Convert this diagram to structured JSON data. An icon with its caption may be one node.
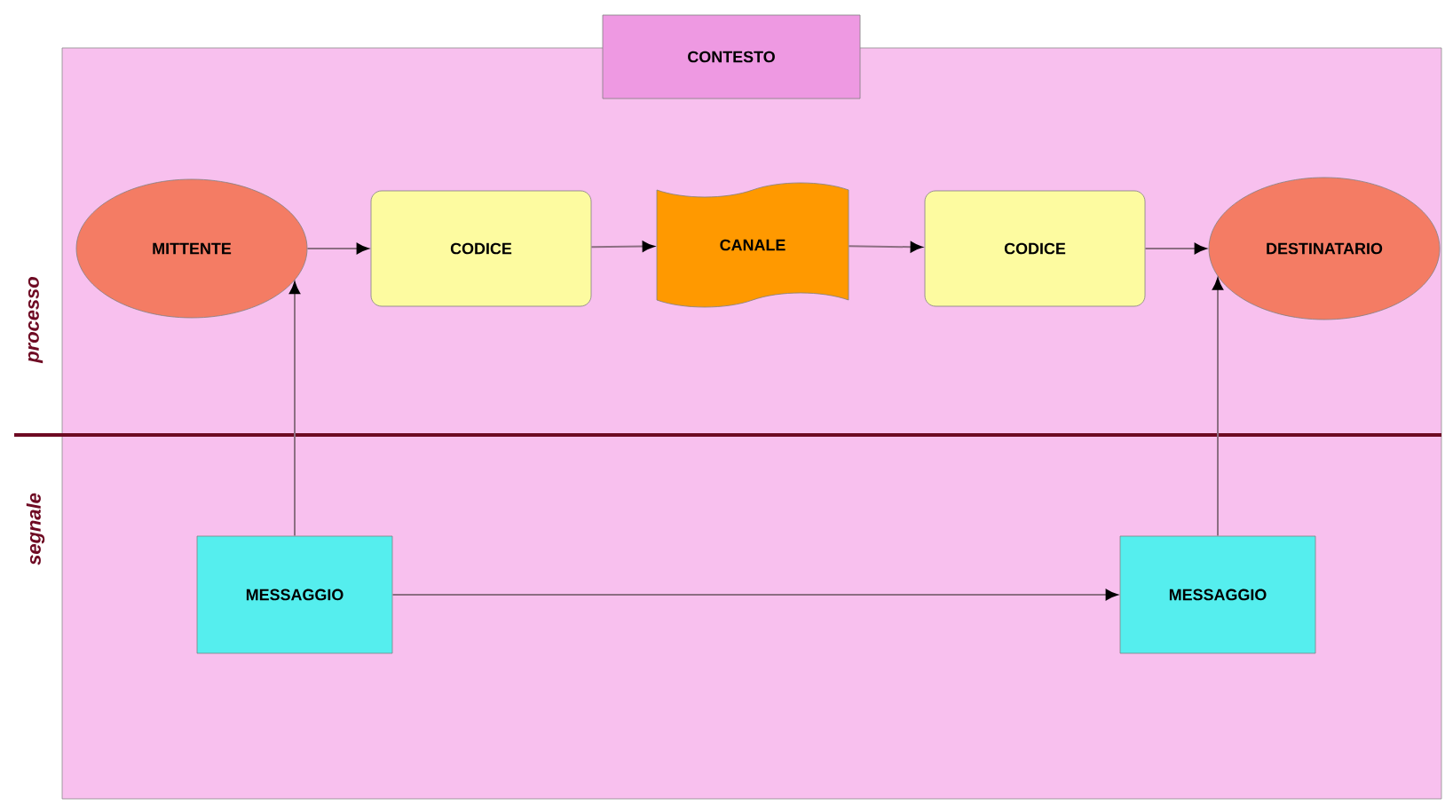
{
  "diagram": {
    "nodes": [
      {
        "text": [
          "CONTESTO"
        ]
      },
      {
        "text": [
          "MITTENTE"
        ]
      },
      {
        "text": [
          "CODICE"
        ]
      },
      {
        "text": [
          "CANALE"
        ]
      },
      {
        "text": [
          "CODICE"
        ]
      },
      {
        "text": [
          "DESTINATARIO"
        ]
      },
      {
        "text": [
          "MESSAGGIO"
        ]
      },
      {
        "text": [
          "MESSAGGIO"
        ]
      }
    ],
    "edges": [
      {
        "from": 1,
        "to": 2,
        "arrow": "to"
      },
      {
        "from": 2,
        "to": 3,
        "arrow": "to"
      },
      {
        "from": 3,
        "to": 4,
        "arrow": "to"
      },
      {
        "from": 4,
        "to": 5,
        "arrow": "to"
      },
      {
        "from": 6,
        "to": 1,
        "arrow": "to"
      },
      {
        "from": 6,
        "to": 7,
        "arrow": "to"
      },
      {
        "from": 7,
        "to": 5,
        "arrow": "to"
      }
    ],
    "labels": [
      "processo",
      "segnale"
    ]
  }
}
